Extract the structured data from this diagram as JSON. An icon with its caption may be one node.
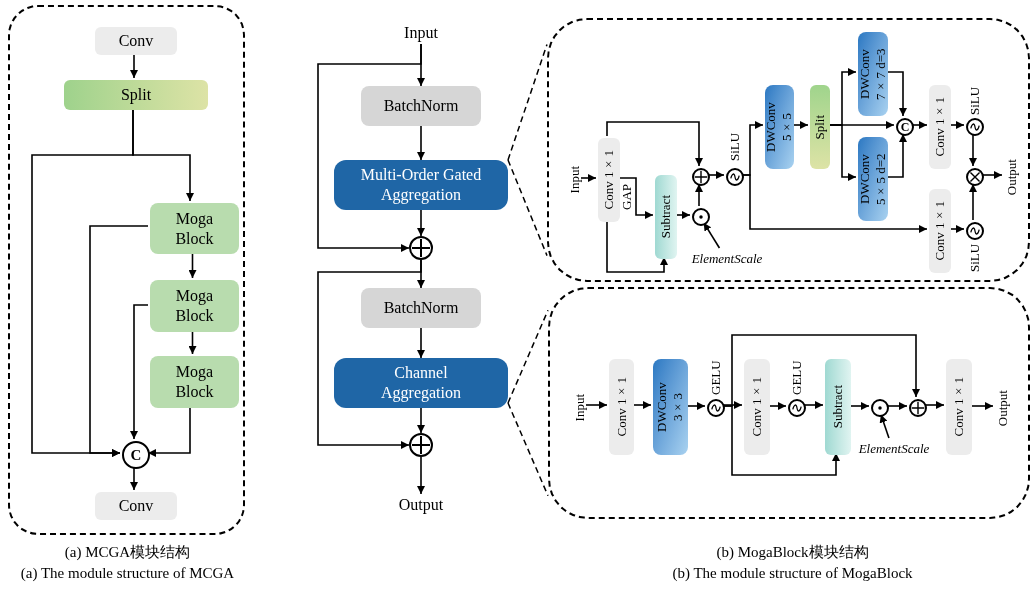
{
  "diagram": {
    "nodes": [
      {
        "text": [],
        "shape": "box"
      },
      {
        "text": [
          "Conv"
        ],
        "in": 0
      },
      {
        "text": [
          "Split"
        ],
        "in": 0
      },
      {
        "text": [
          "Moga Block"
        ],
        "in": 0
      },
      {
        "text": [
          "Moga Block"
        ],
        "in": 0
      },
      {
        "text": [
          "Moga Block"
        ],
        "in": 0
      },
      {
        "text": [
          "C"
        ],
        "in": 0
      },
      {
        "text": [
          "Conv"
        ],
        "in": 0
      },
      {
        "text": [
          "Input"
        ]
      },
      {
        "text": [
          "BatchNorm"
        ]
      },
      {
        "text": [
          "Multi-Order Gated Aggregation"
        ]
      },
      {
        "text": [],
        "shape": "circle"
      },
      {
        "text": [
          "BatchNorm"
        ]
      },
      {
        "text": [
          "Channel Aggregation"
        ]
      },
      {
        "text": [],
        "shape": "circle"
      },
      {
        "text": [
          "Output"
        ]
      },
      {
        "text": [],
        "shape": "box"
      },
      {
        "text": [
          "Input"
        ],
        "in": 16
      },
      {
        "text": [
          "Conv 1×1"
        ],
        "in": 16
      },
      {
        "text": [
          "Subtract"
        ],
        "in": 16
      },
      {
        "text": [],
        "shape": "circle",
        "in": 16
      },
      {
        "text": [],
        "shape": "circle",
        "in": 16
      },
      {
        "text": [
          "ElementScale"
        ],
        "in": 16
      },
      {
        "text": [],
        "shape": "circle",
        "in": 16,
        "beside": [
          "SiLU"
        ]
      },
      {
        "text": [
          "DWConv 5×5"
        ],
        "in": 16
      },
      {
        "text": [
          "Split"
        ],
        "in": 16
      },
      {
        "text": [
          "DWConv 7×7 d=3"
        ],
        "in": 16
      },
      {
        "text": [
          "DWConv 5×5 d=2"
        ],
        "in": 16
      },
      {
        "text": [
          "C"
        ],
        "in": 16
      },
      {
        "text": [
          "Conv 1×1"
        ],
        "in": 16
      },
      {
        "text": [],
        "shape": "circle",
        "in": 16,
        "beside": [
          "SiLU"
        ]
      },
      {
        "text": [
          "Conv 1×1"
        ],
        "in": 16
      },
      {
        "text": [],
        "shape": "circle",
        "in": 16,
        "beside": [
          "SiLU"
        ]
      },
      {
        "text": [],
        "shape": "circle",
        "in": 16
      },
      {
        "text": [
          "Output"
        ],
        "in": 16
      },
      {
        "text": [],
        "shape": "box"
      },
      {
        "text": [
          "Input"
        ],
        "in": 35
      },
      {
        "text": [
          "Conv 1×1"
        ],
        "in": 35
      },
      {
        "text": [
          "DWConv 3×3"
        ],
        "in": 35
      },
      {
        "text": [],
        "shape": "circle",
        "in": 35,
        "beside": [
          "GELU"
        ]
      },
      {
        "text": [
          "Conv 1×1"
        ],
        "in": 35
      },
      {
        "text": [],
        "shape": "circle",
        "in": 35,
        "beside": [
          "GELU"
        ]
      },
      {
        "text": [
          "Subtract"
        ],
        "in": 35
      },
      {
        "text": [],
        "shape": "circle",
        "in": 35
      },
      {
        "text": [
          "ElementScale"
        ],
        "in": 35
      },
      {
        "text": [],
        "shape": "circle",
        "in": 35
      },
      {
        "text": [
          "Conv 1×1"
        ],
        "in": 35
      },
      {
        "text": [
          "Output"
        ],
        "in": 35
      }
    ],
    "edges": [
      {
        "from": 1,
        "to": 2,
        "arrow": "to"
      },
      {
        "from": 2,
        "to": 3,
        "arrow": "to"
      },
      {
        "from": 2,
        "to": 6,
        "arrow": "to"
      },
      {
        "from": 3,
        "to": 4,
        "arrow": "to"
      },
      {
        "from": 3,
        "to": 6,
        "arrow": "to"
      },
      {
        "from": 4,
        "to": 5,
        "arrow": "to"
      },
      {
        "from": 4,
        "to": 6,
        "arrow": "to"
      },
      {
        "from": 5,
        "to": 6,
        "arrow": "to"
      },
      {
        "from": 6,
        "to": 7,
        "arrow": "to"
      },
      {
        "from": 8,
        "to": 9,
        "arrow": "to"
      },
      {
        "from": 8,
        "to": 11,
        "arrow": "to"
      },
      {
        "from": 9,
        "to": 10,
        "arrow": "to"
      },
      {
        "from": 10,
        "to": 11,
        "arrow": "to"
      },
      {
        "from": 11,
        "to": 12,
        "arrow": "to"
      },
      {
        "from": 11,
        "to": 14,
        "arrow": "to"
      },
      {
        "from": 12,
        "to": 13,
        "arrow": "to"
      },
      {
        "from": 13,
        "to": 14,
        "arrow": "to"
      },
      {
        "from": 14,
        "to": 15,
        "arrow": "to"
      },
      {
        "from": 10,
        "to": 16,
        "arrow": "none",
        "style": "dashed"
      },
      {
        "from": 10,
        "to": 16,
        "arrow": "none",
        "style": "dashed"
      },
      {
        "from": 13,
        "to": 35,
        "arrow": "none",
        "style": "dashed"
      },
      {
        "from": 13,
        "to": 35,
        "arrow": "none",
        "style": "dashed"
      },
      {
        "from": 17,
        "to": 18,
        "arrow": "to"
      },
      {
        "from": 18,
        "to": 20,
        "arrow": "to"
      },
      {
        "from": 18,
        "to": 19,
        "arrow": "to",
        "label": "GAP"
      },
      {
        "from": 18,
        "to": 19,
        "arrow": "to"
      },
      {
        "from": 19,
        "to": 21,
        "arrow": "to"
      },
      {
        "from": 21,
        "to": 20,
        "arrow": "to"
      },
      {
        "from": 22,
        "to": 21,
        "arrow": "to"
      },
      {
        "from": 20,
        "to": 23,
        "arrow": "to"
      },
      {
        "from": 23,
        "to": 24,
        "arrow": "to"
      },
      {
        "from": 23,
        "to": 31,
        "arrow": "to"
      },
      {
        "from": 24,
        "to": 25,
        "arrow": "to"
      },
      {
        "from": 25,
        "to": 26,
        "arrow": "to"
      },
      {
        "from": 25,
        "to": 27,
        "arrow": "to"
      },
      {
        "from": 25,
        "to": 28,
        "arrow": "to"
      },
      {
        "from": 26,
        "to": 28,
        "arrow": "to"
      },
      {
        "from": 27,
        "to": 28,
        "arrow": "to"
      },
      {
        "from": 28,
        "to": 29,
        "arrow": "to"
      },
      {
        "from": 29,
        "to": 30,
        "arrow": "to"
      },
      {
        "from": 30,
        "to": 33,
        "arrow": "to"
      },
      {
        "from": 31,
        "to": 32,
        "arrow": "to"
      },
      {
        "from": 32,
        "to": 33,
        "arrow": "to"
      },
      {
        "from": 33,
        "to": 34,
        "arrow": "to"
      },
      {
        "from": 36,
        "to": 37,
        "arrow": "to"
      },
      {
        "from": 37,
        "to": 38,
        "arrow": "to"
      },
      {
        "from": 38,
        "to": 39,
        "arrow": "to"
      },
      {
        "from": 39,
        "to": 40,
        "arrow": "to"
      },
      {
        "from": 39,
        "to": 45,
        "arrow": "to"
      },
      {
        "from": 39,
        "to": 42,
        "arrow": "to"
      },
      {
        "from": 40,
        "to": 41,
        "arrow": "to"
      },
      {
        "from": 41,
        "to": 42,
        "arrow": "to"
      },
      {
        "from": 42,
        "to": 43,
        "arrow": "to"
      },
      {
        "from": 44,
        "to": 43,
        "arrow": "to"
      },
      {
        "from": 43,
        "to": 45,
        "arrow": "to"
      },
      {
        "from": 45,
        "to": 46,
        "arrow": "to"
      },
      {
        "from": 46,
        "to": 47,
        "arrow": "to"
      }
    ],
    "labels": [
      "(a) MCGA模块结构",
      "(a) The module structure of MCGA",
      "(b) MogaBlock模块结构",
      "(b) The module structure of MogaBlock"
    ]
  }
}
